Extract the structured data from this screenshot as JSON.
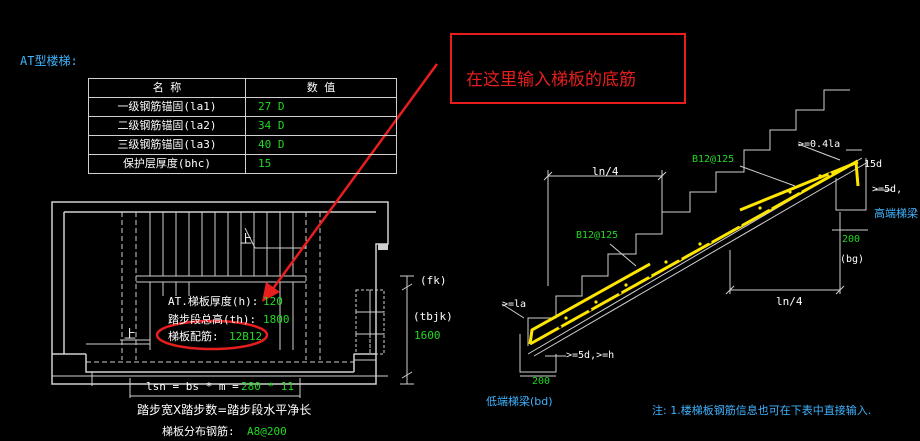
{
  "title": "AT型楼梯:",
  "callout": "在这里输入梯板的底筋",
  "table": {
    "header": [
      "名 称",
      "数 值"
    ],
    "rows": [
      {
        "name": "一级钢筋锚固(la1)",
        "value": "27 D"
      },
      {
        "name": "二级钢筋锚固(la2)",
        "value": "34 D"
      },
      {
        "name": "三级钢筋锚固(la3)",
        "value": "40 D"
      },
      {
        "name": "保护层厚度(bhc)",
        "value": "15"
      }
    ]
  },
  "plan": {
    "up_top": "上",
    "up_left": "上",
    "thickness_label": "AT.梯板厚度(h):",
    "thickness_value": "120",
    "height_label": "踏步段总高(th):",
    "height_value": "1800",
    "rebar_label": "梯板配筋:",
    "rebar_value": "12B12",
    "fk": "(fk)",
    "tbjk": "(tbjk)",
    "width_value": "1600",
    "lsn_label": "lsn = bs * m =",
    "lsn_value": "280 * 11",
    "formula": "踏步宽X踏步数=踏步段水平净长",
    "dist_label": "梯板分布钢筋:",
    "dist_value": "A8@200"
  },
  "section": {
    "rebar_top": "B12@125",
    "rebar_bottom": "B12@125",
    "ln4_top": "ln/4",
    "ln4_bottom": "ln/4",
    "la_top": ">=0.4la",
    "d15": "15d",
    "d5_top": ">=5d,",
    "high_beam": "高端梯梁",
    "dim_200_right": "200",
    "bg": "(bg)",
    "la_left": ">=la",
    "d5_bottom": ">=5d,>=h",
    "dim_200_left": "200",
    "low_beam": "低端梯梁(bd)"
  },
  "note": "注: 1.楼梯板钢筋信息也可在下表中直接输入."
}
